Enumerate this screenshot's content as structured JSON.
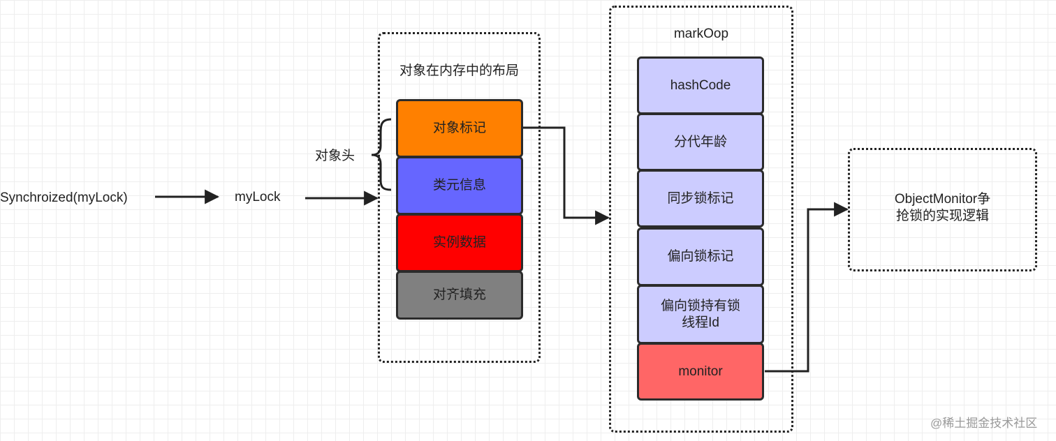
{
  "source": {
    "label": "Synchroized(myLock)"
  },
  "lock": {
    "label": "myLock"
  },
  "header_brace": {
    "label": "对象头"
  },
  "memory_layout": {
    "title": "对象在内存中的布局",
    "cells": [
      {
        "label": "对象标记",
        "color": "#ff8000"
      },
      {
        "label": "类元信息",
        "color": "#6666ff"
      },
      {
        "label": "实例数据",
        "color": "#ff0000"
      },
      {
        "label": "对齐填充",
        "color": "#808080"
      }
    ]
  },
  "mark_oop": {
    "title": "markOop",
    "fields": [
      {
        "label": "hashCode",
        "color": "#ccccff"
      },
      {
        "label": "分代年龄",
        "color": "#ccccff"
      },
      {
        "label": "同步锁标记",
        "color": "#ccccff"
      },
      {
        "label": "偏向锁标记",
        "color": "#ccccff"
      },
      {
        "label": "偏向锁持有锁\n线程Id",
        "color": "#ccccff"
      },
      {
        "label": "monitor",
        "color": "#ff6666"
      }
    ]
  },
  "object_monitor": {
    "label": "ObjectMonitor争\n抢锁的实现逻辑"
  },
  "watermark": {
    "text": "@稀土掘金技术社区"
  }
}
